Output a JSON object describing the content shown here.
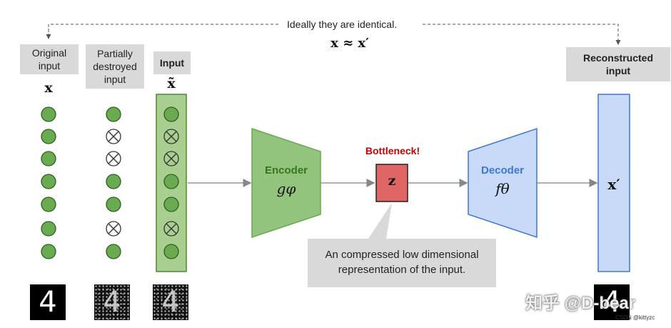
{
  "top_caption": "Ideally they are identical.",
  "top_math": "x ≈ x′",
  "labels": {
    "original": "Original\ninput",
    "partial": "Partially\ndestroyed\ninput",
    "input": "Input",
    "reconstructed": "Reconstructed\ninput"
  },
  "symbols": {
    "x": "x",
    "x_tilde": "x̃",
    "encoder_fn": "gφ",
    "z": "z",
    "decoder_fn": "fθ",
    "x_prime": "x′"
  },
  "encoder_label": "Encoder",
  "decoder_label": "Decoder",
  "bottleneck_label": "Bottleneck!",
  "callout_text": "An compressed low dimensional\nrepresentation of the input.",
  "digit": "4",
  "columns": {
    "original": [
      false,
      false,
      false,
      false,
      false,
      false,
      false
    ],
    "partial": [
      false,
      true,
      true,
      false,
      false,
      true,
      false
    ],
    "input": [
      false,
      true,
      true,
      false,
      false,
      true,
      false
    ]
  },
  "colors": {
    "node_fill": "#6aaa51",
    "node_stroke": "#2e5e22",
    "input_bar_fill": "#a8cf8f",
    "input_bar_stroke": "#4a8a34",
    "encoder_fill": "#93c47d",
    "encoder_stroke": "#6aa84f",
    "encoder_text": "#38761d",
    "decoder_fill": "#c9daf8",
    "decoder_stroke": "#3c78d8",
    "decoder_text": "#3c78d8",
    "bottleneck_fill": "#e06666",
    "bottleneck_stroke": "#222222",
    "bottleneck_text": "#cc0000",
    "recon_fill": "#c9daf8",
    "recon_stroke": "#3c78d8",
    "callout_fill": "#d9d9d9",
    "arrow": "#999999"
  },
  "watermark": {
    "main": "知乎 @D-bear",
    "small": "CSDN @kittyzc"
  }
}
